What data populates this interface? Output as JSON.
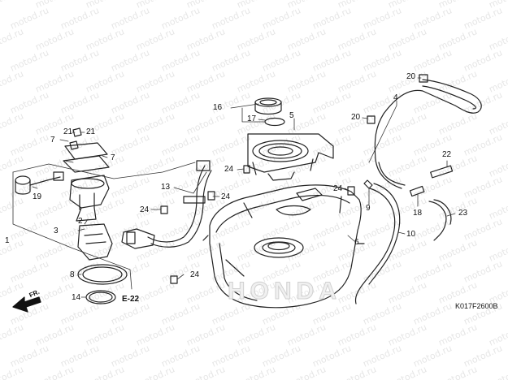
{
  "watermark": "motod.ru",
  "diagram_code": "K017F2600B",
  "front_label": "FR.",
  "ref_label": "E-22",
  "brand_text": "HONDA",
  "callouts": {
    "c1": "1",
    "c2": "2",
    "c3": "3",
    "c4": "4",
    "c5": "5",
    "c6": "6",
    "c7a": "7",
    "c7b": "7",
    "c8": "8",
    "c9": "9",
    "c10": "10",
    "c13": "13",
    "c14": "14",
    "c16": "16",
    "c17": "17",
    "c18": "18",
    "c19": "19",
    "c20a": "20",
    "c20b": "20",
    "c21a": "21",
    "c21b": "21",
    "c22": "22",
    "c23": "23",
    "c24a": "24",
    "c24b": "24",
    "c24c": "24",
    "c24d": "24",
    "c24e": "24"
  }
}
